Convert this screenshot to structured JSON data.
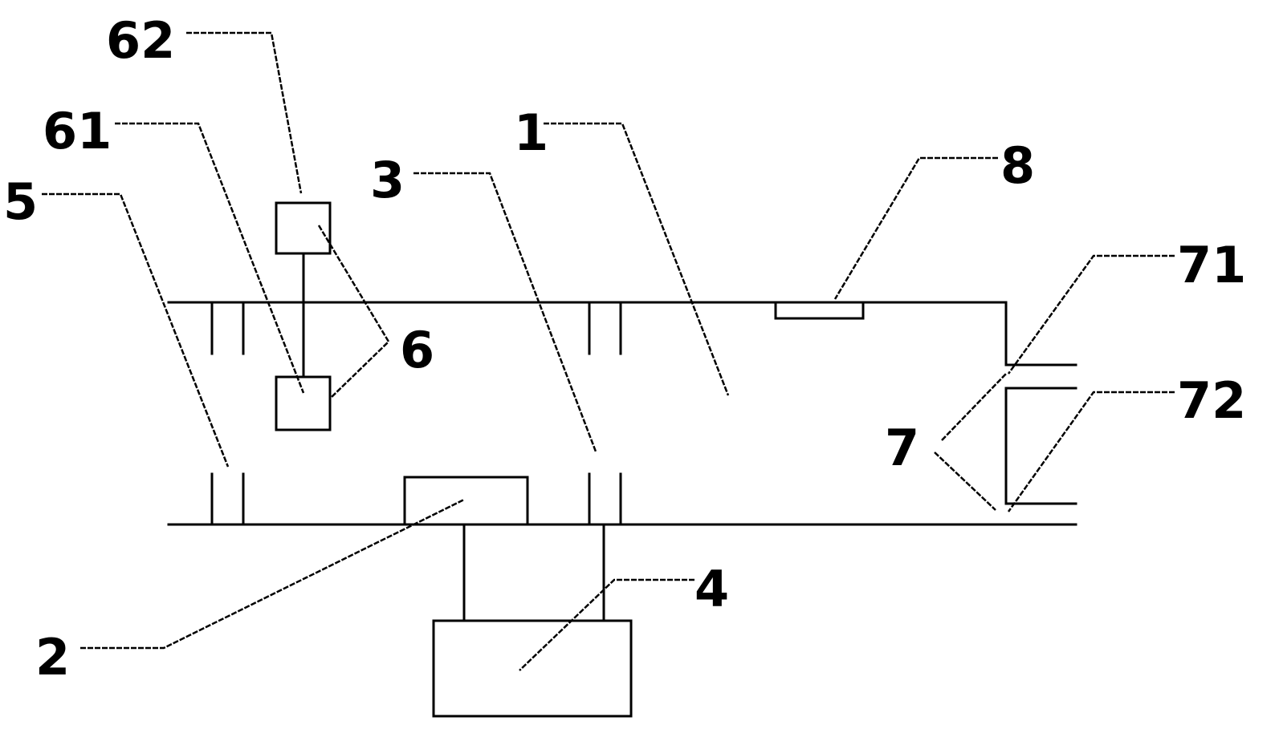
{
  "labels": {
    "l62": "62",
    "l61": "61",
    "l5": "5",
    "l3": "3",
    "l1": "1",
    "l8": "8",
    "l71": "71",
    "l6": "6",
    "l7": "7",
    "l72": "72",
    "l4": "4",
    "l2": "2"
  }
}
